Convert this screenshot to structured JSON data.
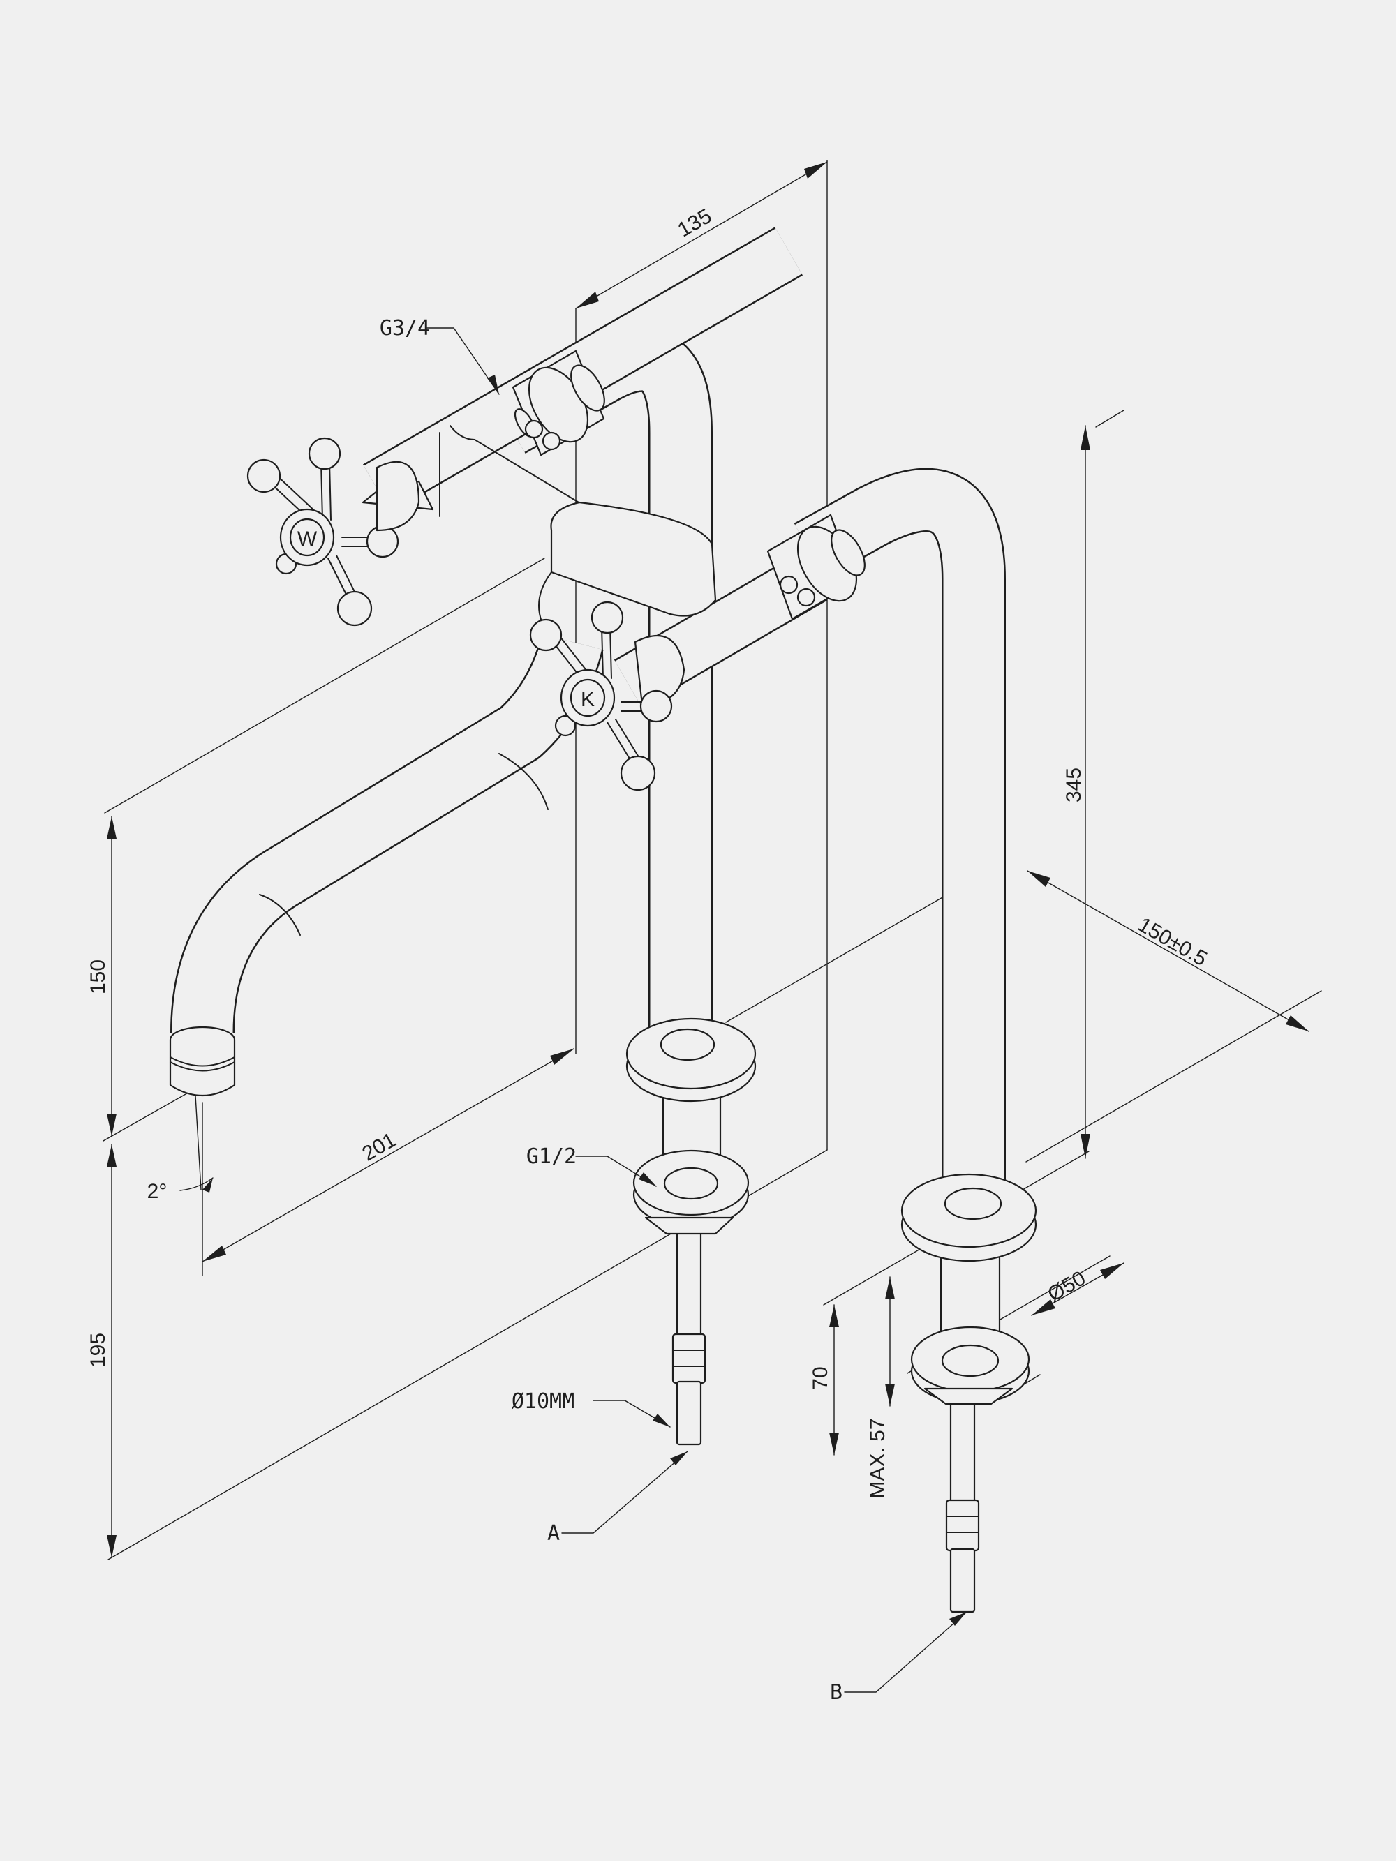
{
  "dimensions": {
    "top_offset": "135",
    "main_height": "345",
    "spout_height": "150",
    "deck_height": "195",
    "reach": "201",
    "spacing": "150±0.5",
    "rosette_diameter": "Ø50",
    "thread_length": "70",
    "deck_thickness": "MAX. 57",
    "spout_angle": "2°"
  },
  "callouts": {
    "body_thread": "G3/4",
    "shank_thread": "G1/2",
    "hose_diameter": "Ø10MM",
    "inlet_a": "A",
    "inlet_b": "B"
  },
  "handles": {
    "left_marker": "W",
    "right_marker": "K"
  },
  "colors": {
    "background": "#f0f0f0",
    "linework": "#1e1e1e"
  }
}
